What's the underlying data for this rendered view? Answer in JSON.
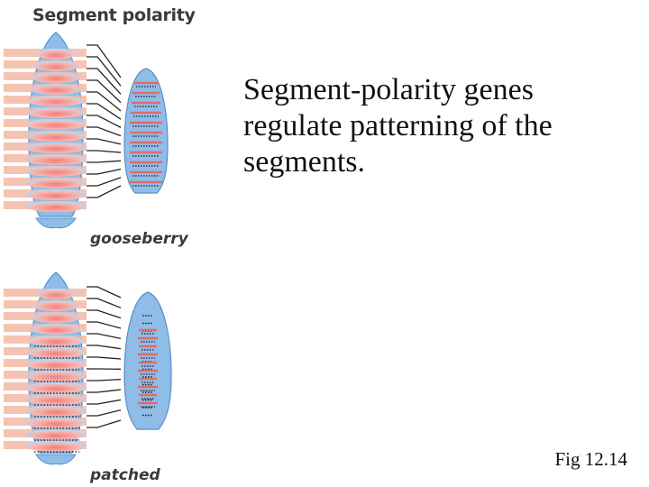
{
  "figure": {
    "title": "Segment polarity",
    "panels": [
      {
        "mutant": "gooseberry"
      },
      {
        "mutant": "patched"
      }
    ]
  },
  "caption": "Segment-polarity genes regulate patterning of the segments.",
  "figure_ref": "Fig 12.14",
  "colors": {
    "embryo_blue": "#8fbde8",
    "embryo_outline": "#5a8fc7",
    "band_salmon": "#f5b8a6",
    "stripe_red": "#e06b6b",
    "leader_line": "#222222",
    "denticle": "#1a1a1a"
  }
}
